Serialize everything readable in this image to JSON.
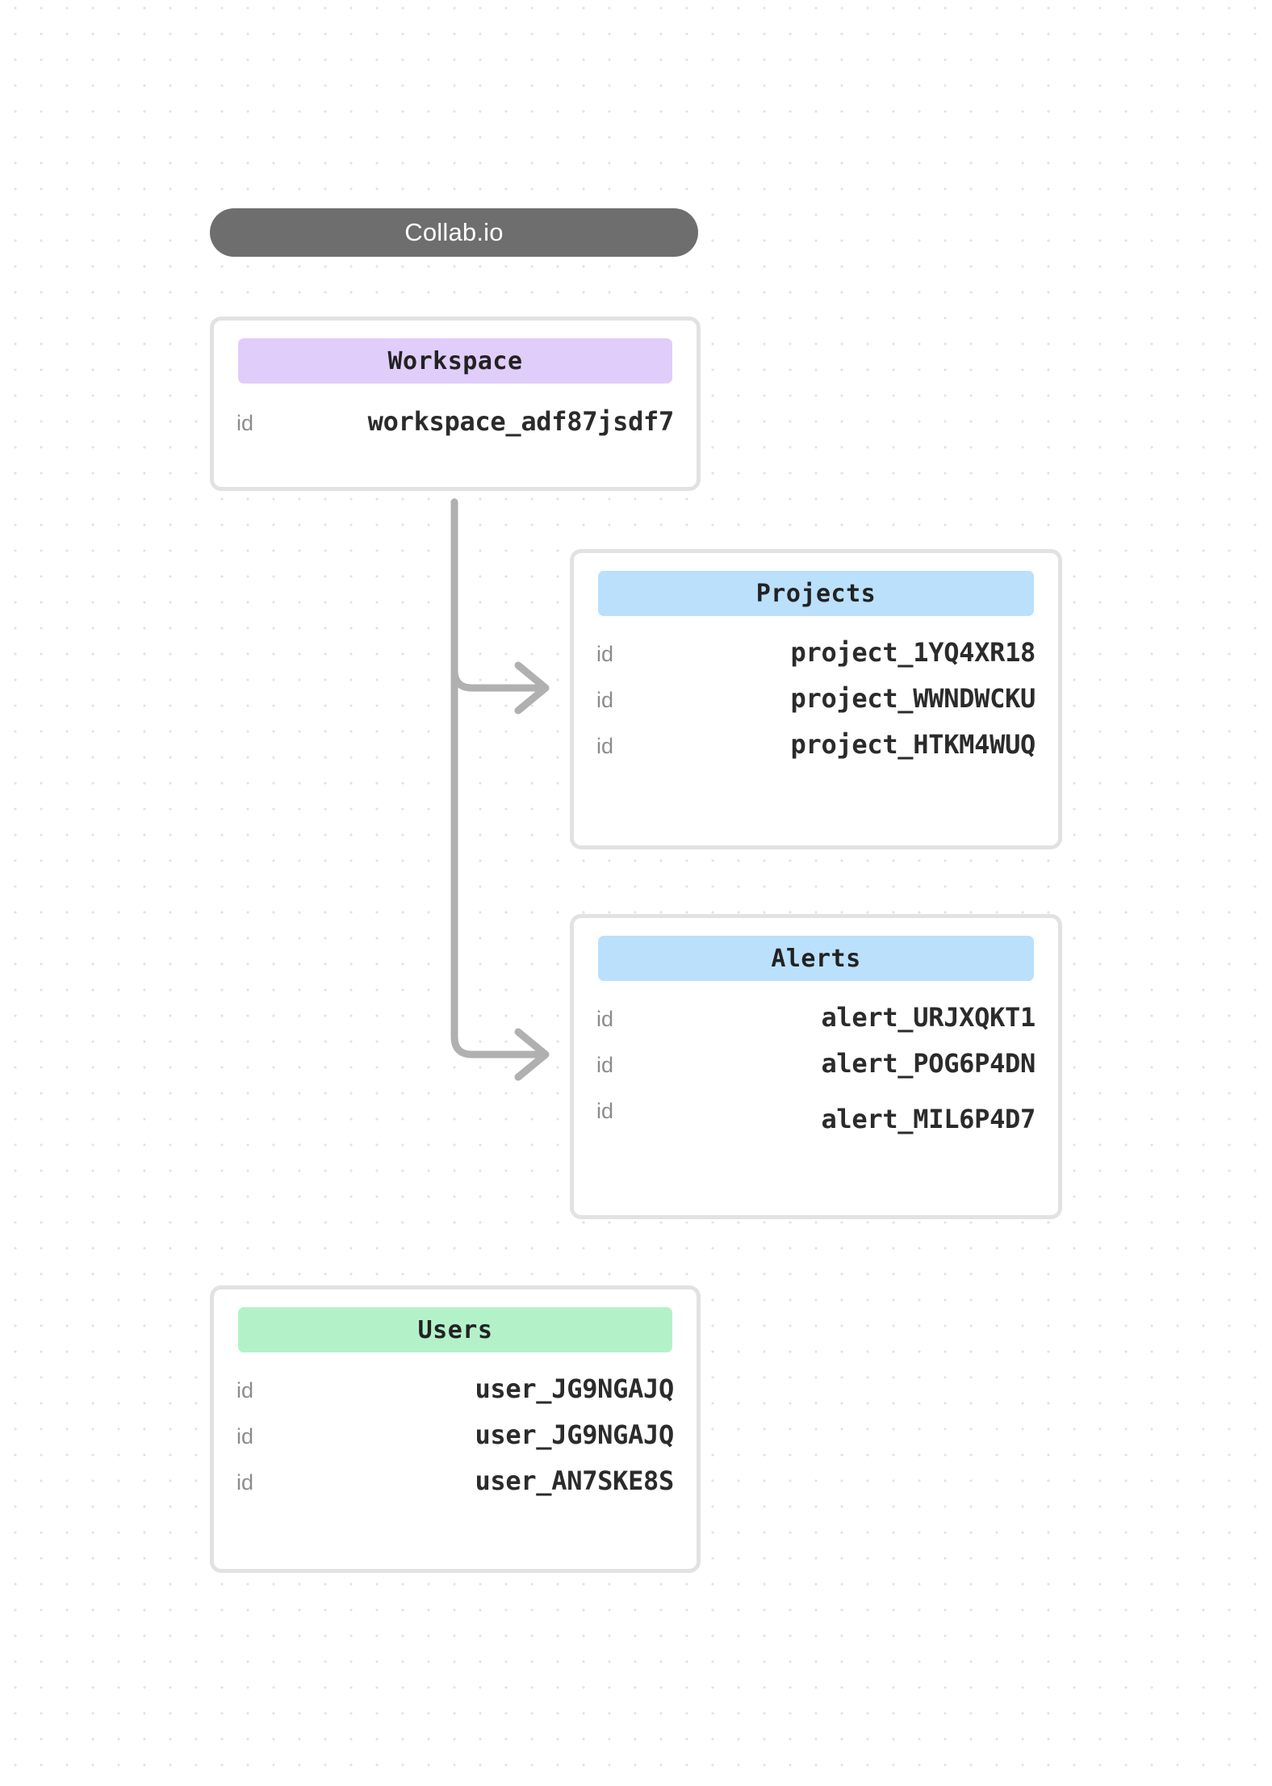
{
  "diagram": {
    "title": "Collab.io",
    "colors": {
      "title_pill": "#6e6e6e",
      "workspace_header": "#e0cdfa",
      "projects_header": "#bae0fc",
      "alerts_header": "#bae0fc",
      "users_header": "#b3f2c9",
      "card_border": "#e2e2e2",
      "connector": "#b0b0b0",
      "background_dot": "#e3e3e3"
    },
    "entities": [
      {
        "name": "workspace",
        "header": "Workspace",
        "rows": [
          {
            "key": "id",
            "value": "workspace_adf87jsdf7"
          }
        ]
      },
      {
        "name": "projects",
        "header": "Projects",
        "rows": [
          {
            "key": "id",
            "value": "project_1YQ4XR18"
          },
          {
            "key": "id",
            "value": "project_WWNDWCKU"
          },
          {
            "key": "id",
            "value": "project_HTKM4WUQ"
          }
        ]
      },
      {
        "name": "alerts",
        "header": "Alerts",
        "rows": [
          {
            "key": "id",
            "value": "alert_URJXQKT1"
          },
          {
            "key": "id",
            "value": "alert_POG6P4DN"
          },
          {
            "key": "id",
            "value": "alert_MIL6P4D7"
          }
        ]
      },
      {
        "name": "users",
        "header": "Users",
        "rows": [
          {
            "key": "id",
            "value": "user_JG9NGAJQ"
          },
          {
            "key": "id",
            "value": "user_JG9NGAJQ"
          },
          {
            "key": "id",
            "value": "user_AN7SKE8S"
          }
        ]
      }
    ],
    "connections": [
      {
        "from": "workspace",
        "to": "projects"
      },
      {
        "from": "workspace",
        "to": "alerts"
      }
    ]
  }
}
